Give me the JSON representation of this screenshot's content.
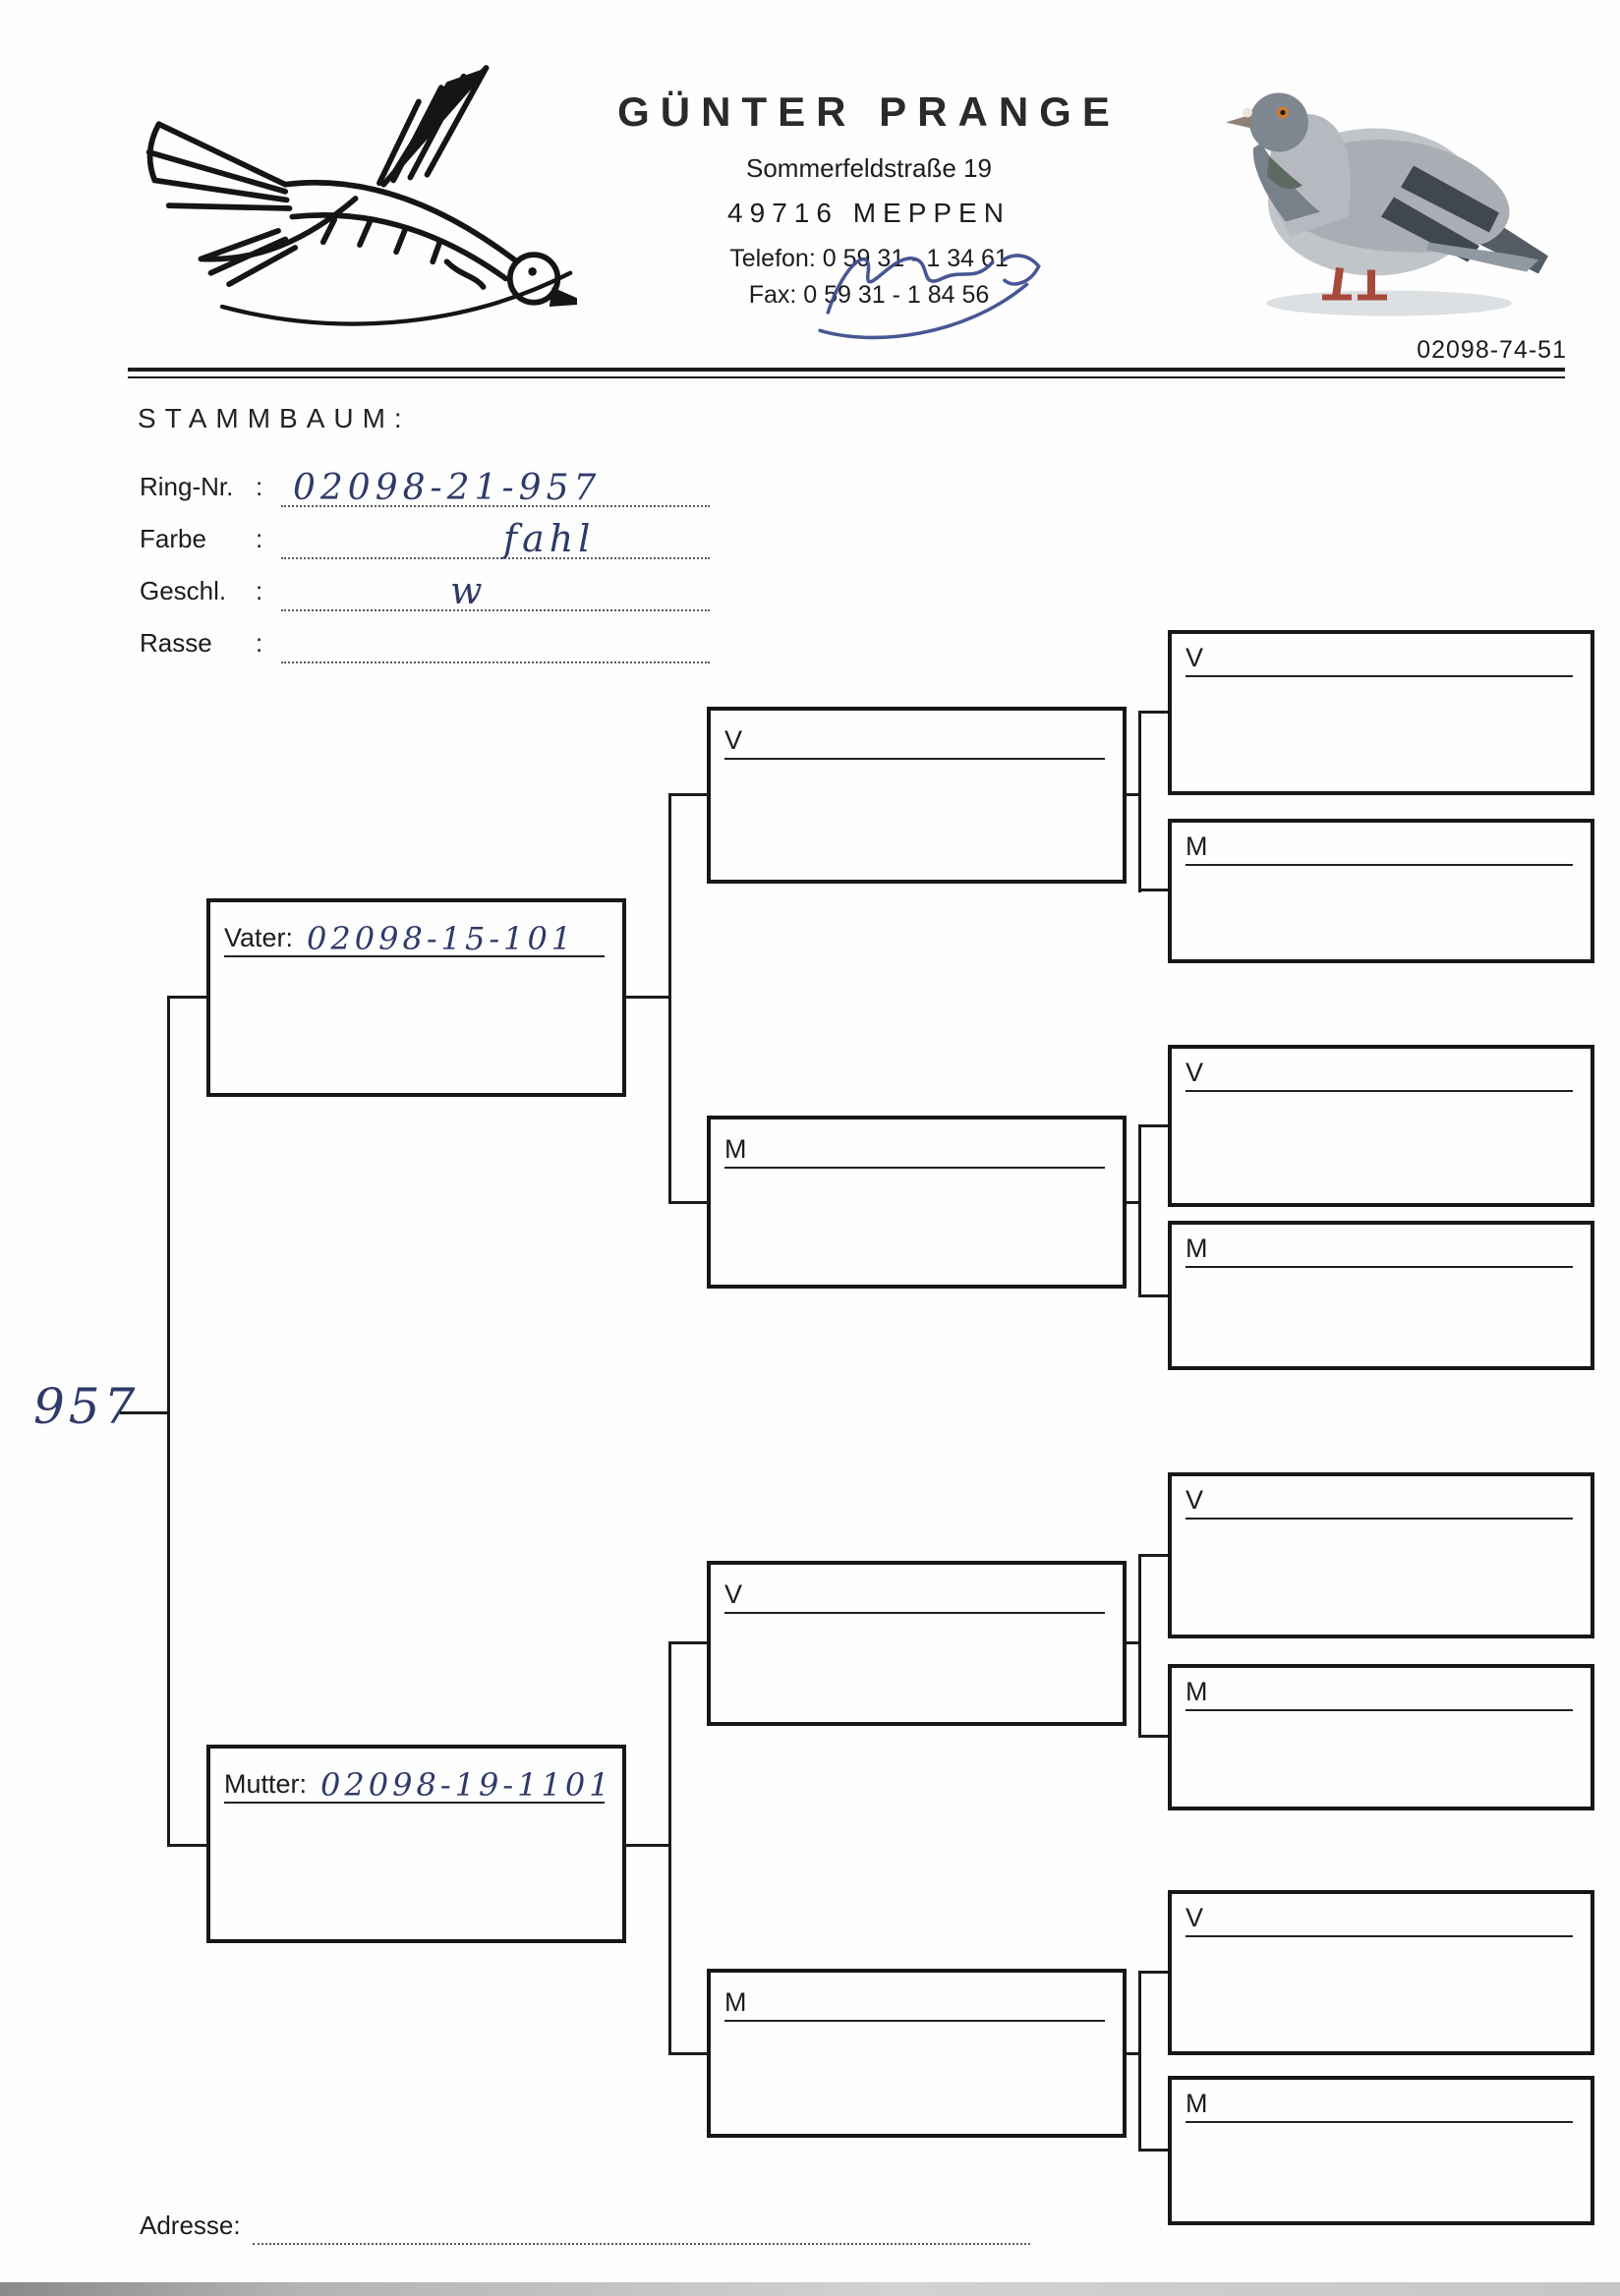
{
  "header": {
    "name": "GÜNTER PRANGE",
    "street": "Sommerfeldstraße 19",
    "city": "49716 MEPPEN",
    "telefon": "Telefon: 0 59 31 - 1 34 61",
    "fax": "Fax: 0 59 31 - 1 84 56",
    "photo_ring": "02098-74-51"
  },
  "form": {
    "title": "STAMMBAUM:",
    "colon": ":",
    "fields": {
      "ring": {
        "label": "Ring-Nr.",
        "value": "02098-21-957"
      },
      "farbe": {
        "label": "Farbe",
        "value": "fahl"
      },
      "geschl": {
        "label": "Geschl.",
        "value": "w"
      },
      "rasse": {
        "label": "Rasse",
        "value": ""
      }
    },
    "adresse_label": "Adresse:"
  },
  "tree": {
    "root_ring": "957",
    "father": {
      "label": "Vater:",
      "value": "02098-15-101"
    },
    "mother": {
      "label": "Mutter:",
      "value": "02098-19-1101"
    },
    "v_label": "V",
    "m_label": "M"
  }
}
